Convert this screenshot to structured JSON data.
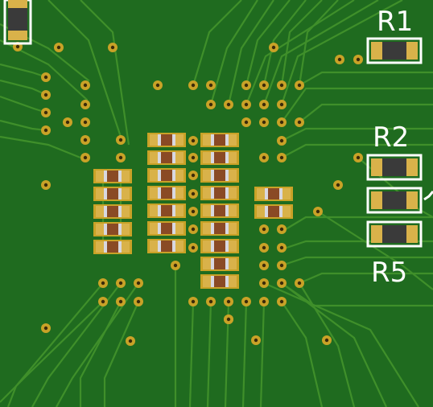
{
  "board": {
    "designators": [
      "R1",
      "R2",
      "R5"
    ],
    "colors": {
      "substrate": "#1f6b1f",
      "trace": "#3f8f2a",
      "via_ring": "#c9a227",
      "via_hole": "#3a2a0a",
      "pad": "#d9b24a",
      "cap_body": "#8a4a25",
      "res_body": "#3a3a3a",
      "silkscreen": "#ffffff"
    }
  }
}
